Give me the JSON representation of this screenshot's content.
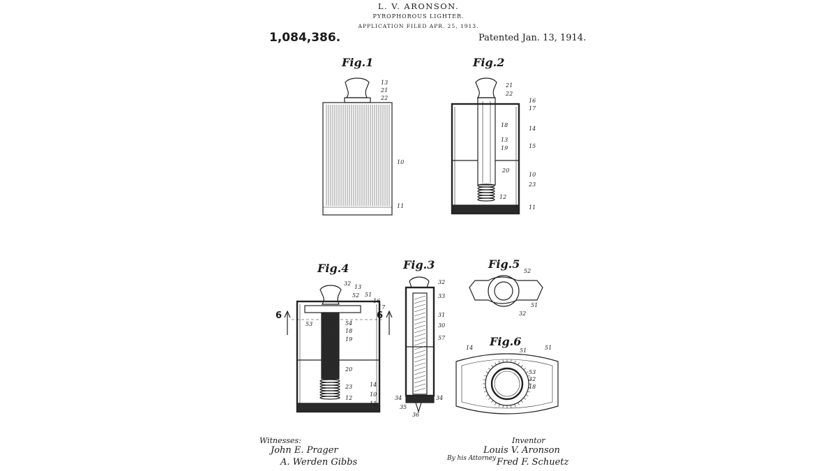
{
  "header": {
    "inventor": "L. V. ARONSON.",
    "title": "PYROPHOROUS LIGHTER.",
    "application": "APPLICATION FILED APR. 25, 1913.",
    "patent_number": "1,084,386.",
    "patent_date": "Patented Jan. 13, 1914."
  },
  "figures": {
    "fig1": {
      "label": "Fig.1",
      "refs": [
        "13",
        "21",
        "22",
        "10",
        "11"
      ]
    },
    "fig2": {
      "label": "Fig.2",
      "refs": [
        "21",
        "22",
        "16",
        "17",
        "18",
        "14",
        "13",
        "19",
        "15",
        "20",
        "10",
        "23",
        "12",
        "11"
      ]
    },
    "fig3": {
      "label": "Fig.3",
      "refs": [
        "32",
        "33",
        "31",
        "30",
        "57",
        "34",
        "34",
        "35",
        "36"
      ]
    },
    "fig4": {
      "label": "Fig.4",
      "refs": [
        "32",
        "13",
        "52",
        "51",
        "16",
        "17",
        "53",
        "54",
        "18",
        "19",
        "20",
        "23",
        "12",
        "14",
        "10",
        "11"
      ],
      "section_marks": [
        "6",
        "6"
      ]
    },
    "fig5": {
      "label": "Fig.5",
      "refs": [
        "52",
        "51",
        "32"
      ]
    },
    "fig6": {
      "label": "Fig.6",
      "refs": [
        "14",
        "51",
        "51",
        "53",
        "32",
        "18"
      ]
    }
  },
  "witnesses": {
    "caption": "Witnesses:",
    "names": [
      "John E. Prager",
      "A. Werden Gibbs"
    ]
  },
  "inventor_block": {
    "caption": "Inventor",
    "name": "Louis V. Aronson",
    "by_attorney": "By his Attorney",
    "attorney": "Fred F. Schuetz"
  }
}
